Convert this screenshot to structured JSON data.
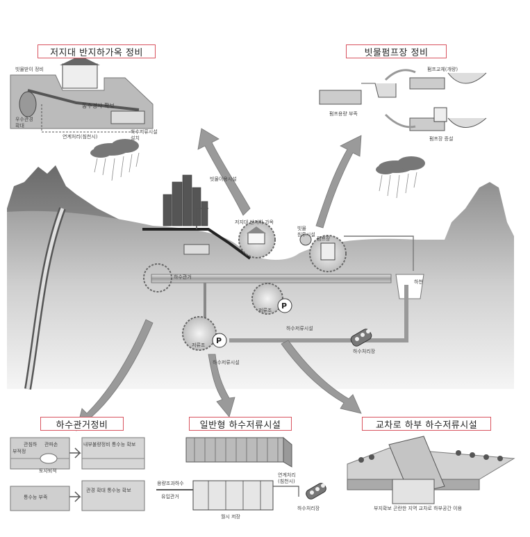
{
  "panels": {
    "tl": {
      "title": "저지대 반지하가옥 정비"
    },
    "tr": {
      "title": "빗물펌프장 정비"
    },
    "bl": {
      "title": "하수관거정비"
    },
    "bc": {
      "title": "일반형 하수저류시설"
    },
    "br": {
      "title": "교차로 하부 하수저류시설"
    }
  },
  "labels": {
    "tl_rain": "빗물받이 정비",
    "tl_pipe": "우수관경\n확대",
    "tl_check": "동수경사 확보",
    "tl_connect": "연계처리(침천시)",
    "tl_storage": "하수저류시설\n설치",
    "tr_pump_new": "펌프교체(개량)",
    "tr_shortage": "펌프용량 부족",
    "tr_pump_add": "펌프장 증설",
    "center_rainuse": "빗물이용시설",
    "center_house": "저지대 반지하 가옥",
    "center_infil": "빗물\n침투시설",
    "center_pump": "펌프장",
    "center_pipe": "하수관거",
    "center_river": "하천",
    "center_store_r": "하수저류시설",
    "center_store_l": "하수저류시설",
    "center_treat": "하수처리장",
    "center_tank1": "저류조",
    "center_tank2": "저류조",
    "bl_a": "관침하",
    "bl_b": "관파손",
    "bl_c": "부적정",
    "bl_d": "토사퇴적",
    "bl_e": "내부불량정비 통수능 확보",
    "bl_f": "통수능 부족",
    "bl_g": "관경 확대 통수능 확보",
    "bc_in1": "유입관거",
    "bc_in2": "용량조과하수",
    "bc_connect": "연계처리\n(침천시)",
    "bc_tank": "월시 저장",
    "bc_treat": "하수처리장",
    "br_note": "부지확보 곤란한 지역 교차로 하부공간 이용"
  },
  "colors": {
    "frame": "#d8525e",
    "arrow": "#8c8c8c",
    "ground": "#9a9a9a",
    "pipe": "#6f6f6f"
  }
}
